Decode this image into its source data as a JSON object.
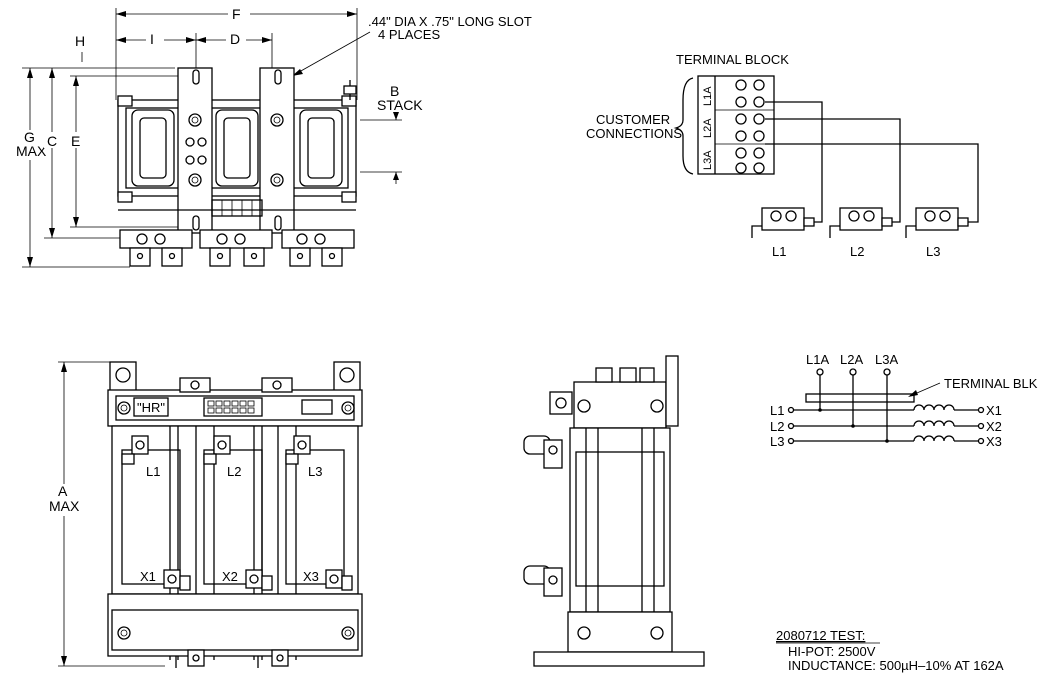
{
  "dimensions": {
    "F": "F",
    "I": "I",
    "D": "D",
    "H": "H",
    "G": "G",
    "MAX": "MAX",
    "C": "C",
    "E": "E",
    "B": "B",
    "STACK": "STACK",
    "A": "A",
    "A_MAX": "MAX"
  },
  "slot_note": {
    "line1": ".44\" DIA X .75\" LONG SLOT",
    "line2": "4 PLACES"
  },
  "terminal_block": {
    "title": "TERMINAL BLOCK",
    "customer_line1": "CUSTOMER",
    "customer_line2": "CONNECTIONS",
    "labels": [
      "L1A",
      "L2A",
      "L3A"
    ],
    "lugs": [
      "L1",
      "L2",
      "L3"
    ]
  },
  "front_view": {
    "hr_label": "\"HR\"",
    "top_terminals": [
      "L1",
      "L2",
      "L3"
    ],
    "bottom_terminals": [
      "X1",
      "X2",
      "X3"
    ]
  },
  "schematic": {
    "top_labels": [
      "L1A",
      "L2A",
      "L3A"
    ],
    "block_label": "TERMINAL BLK",
    "inputs": [
      "L1",
      "L2",
      "L3"
    ],
    "outputs": [
      "X1",
      "X2",
      "X3"
    ]
  },
  "test_notes": {
    "title": "2080712 TEST:",
    "hipot": "HI-POT: 2500V",
    "inductance": "INDUCTANCE: 500µH–10% AT 162A"
  }
}
